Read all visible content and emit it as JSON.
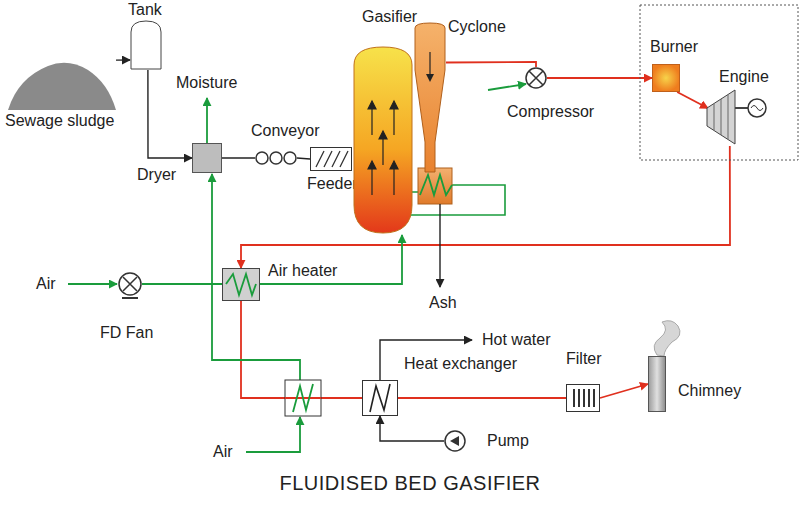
{
  "diagram": {
    "caption": "FLUIDISED BED GASIFIER",
    "nodes": [
      {
        "text": [
          "Sewage sludge"
        ]
      },
      {
        "text": [
          "Tank"
        ]
      },
      {
        "text": [
          "Dryer"
        ]
      },
      {
        "text": [
          "Conveyor"
        ]
      },
      {
        "text": [
          "Feeder"
        ]
      },
      {
        "text": [
          "Gasifier"
        ]
      },
      {
        "text": [
          "Cyclone"
        ]
      },
      {
        "text": [
          "Compressor"
        ]
      },
      {
        "text": [
          "Burner"
        ]
      },
      {
        "text": [
          "Engine"
        ]
      },
      {
        "text": [
          "FD Fan"
        ]
      },
      {
        "text": [
          "Air heater"
        ]
      },
      {
        "text": [
          "Heat exchanger"
        ]
      },
      {
        "text": [
          "Filter"
        ]
      },
      {
        "text": [
          "Chimney"
        ]
      },
      {
        "text": [
          "Pump"
        ]
      }
    ],
    "edges": [
      {
        "from": 0,
        "to": 1,
        "arrow": "to"
      },
      {
        "from": 1,
        "to": 2,
        "arrow": "to"
      },
      {
        "from": 2,
        "to": 3,
        "arrow": "none"
      },
      {
        "from": 3,
        "to": 4,
        "arrow": "none"
      },
      {
        "from": 6,
        "to": 7,
        "arrow": "none"
      },
      {
        "from": 7,
        "to": 8,
        "arrow": "to"
      },
      {
        "from": 8,
        "to": 9,
        "arrow": "to"
      },
      {
        "from": 9,
        "to": 11,
        "arrow": "to"
      },
      {
        "from": 10,
        "to": 11,
        "arrow": "none"
      },
      {
        "from": 11,
        "to": 5,
        "arrow": "to"
      },
      {
        "from": 11,
        "to": 12,
        "arrow": "none"
      },
      {
        "from": 12,
        "to": 13,
        "arrow": "none"
      },
      {
        "from": 13,
        "to": 14,
        "arrow": "to"
      },
      {
        "from": 15,
        "to": 12,
        "arrow": "to"
      }
    ],
    "labels": [
      "Moisture",
      "Air",
      "Air",
      "Ash",
      "Hot water"
    ]
  }
}
